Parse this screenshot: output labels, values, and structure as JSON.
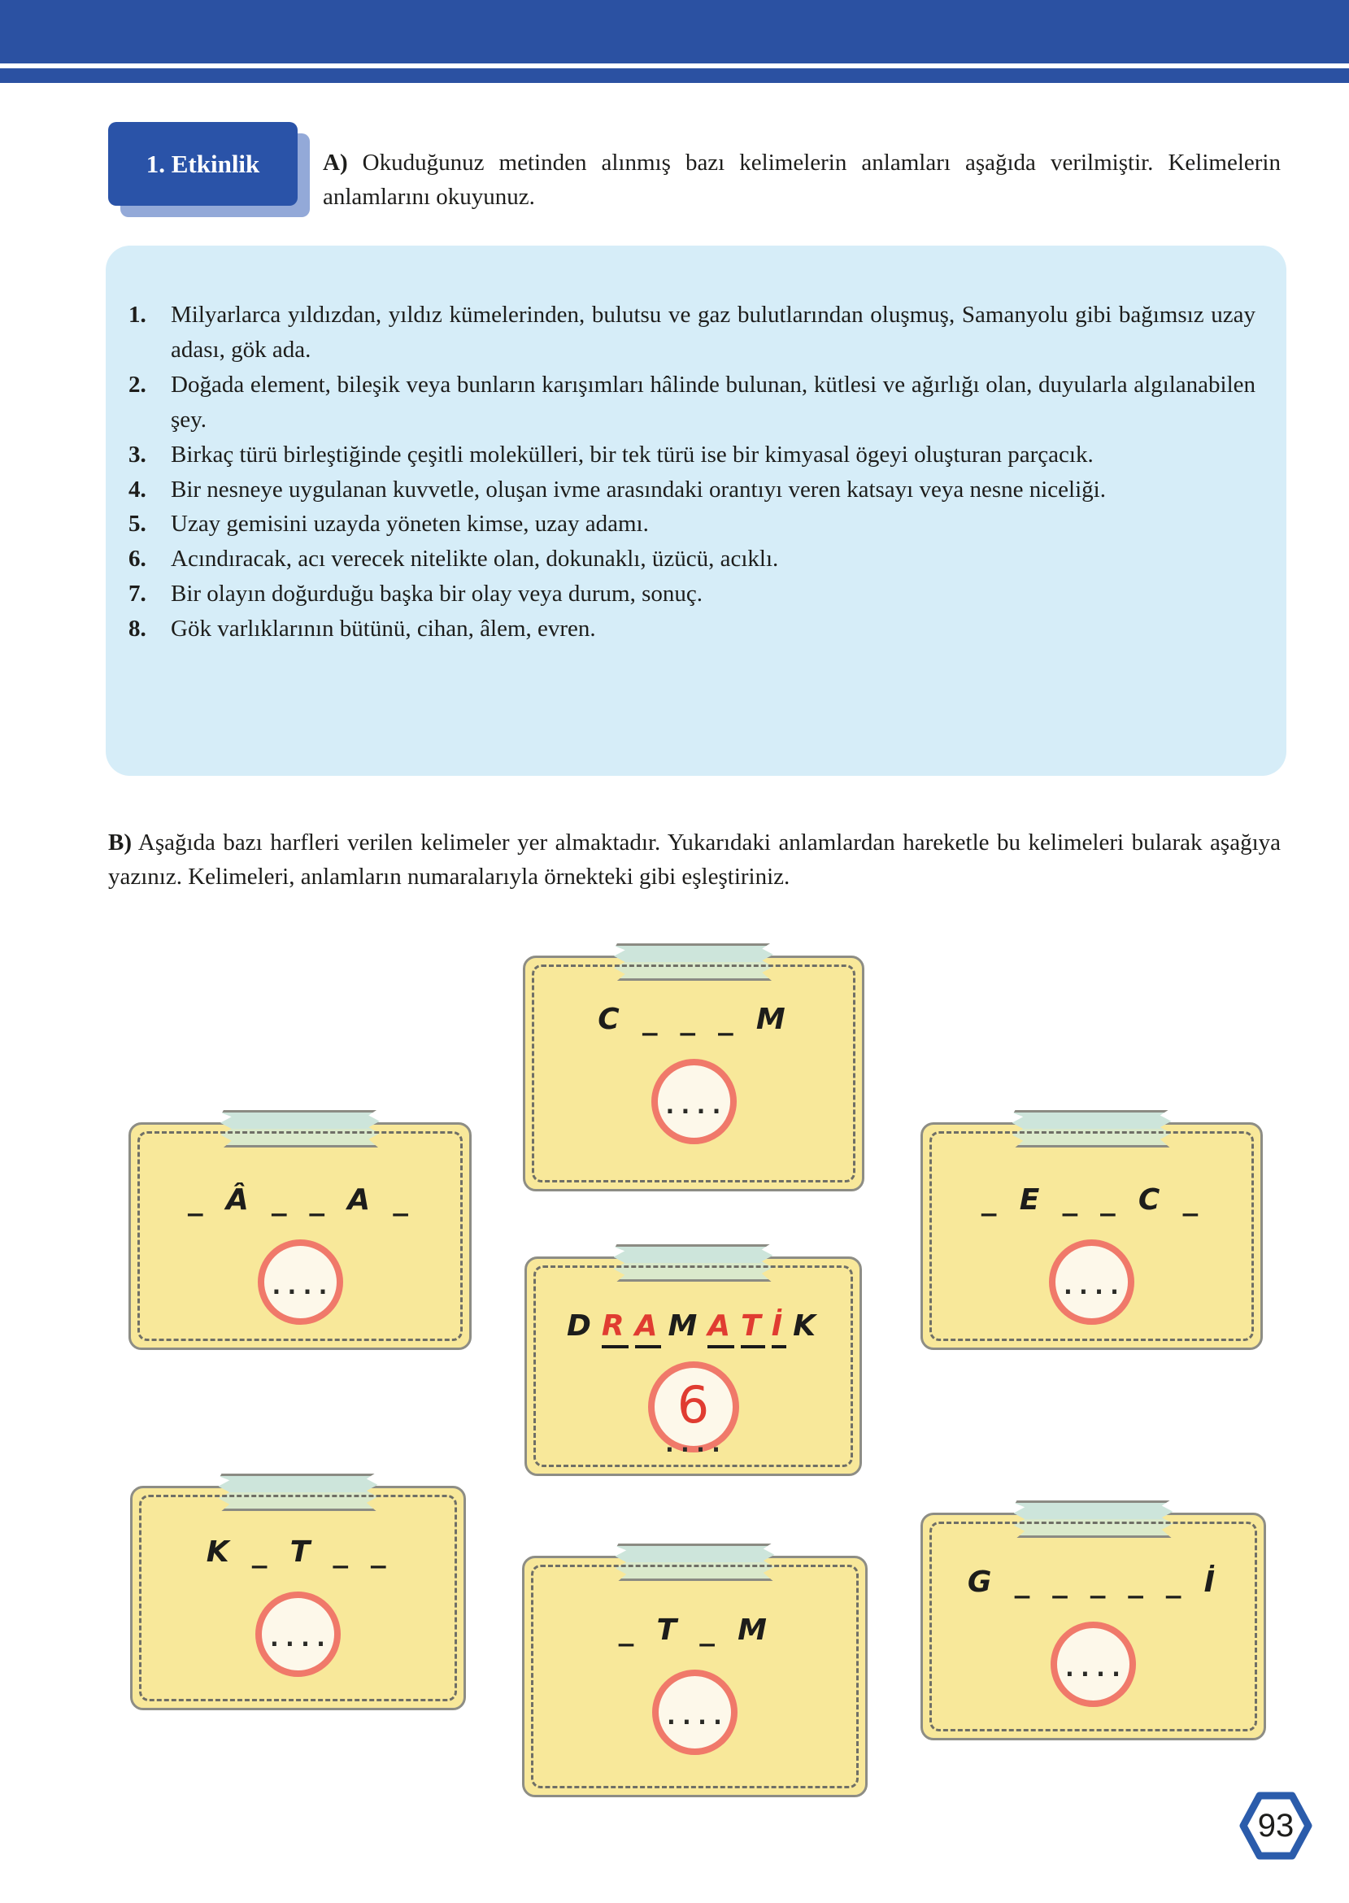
{
  "activity": {
    "label": "1. Etkinlik"
  },
  "section_a": {
    "prefix": "A)",
    "text": " Okuduğunuz metinden alınmış bazı kelimelerin anlamları aşağıda verilmiştir. Kelimelerin anlamlarını okuyunuz."
  },
  "definitions": [
    {
      "num": "1.",
      "text": "Milyarlarca yıldızdan, yıldız kümelerinden, bulutsu ve gaz bulutlarından oluşmuş, Samanyolu gibi bağımsız uzay adası, gök ada."
    },
    {
      "num": "2.",
      "text": "Doğada element, bileşik veya bunların karışımları hâlinde bulunan, kütlesi ve ağırlığı olan, duyularla algılanabilen şey."
    },
    {
      "num": "3.",
      "text": "Birkaç türü birleştiğinde çeşitli molekülleri, bir tek türü ise bir kimyasal ögeyi oluşturan parçacık."
    },
    {
      "num": "4.",
      "text": "Bir nesneye uygulanan kuvvetle, oluşan ivme arasındaki orantıyı veren katsayı veya nesne niceliği."
    },
    {
      "num": "5.",
      "text": "Uzay gemisini uzayda yöneten kimse, uzay adamı."
    },
    {
      "num": "6.",
      "text": "Acındıracak, acı verecek nitelikte olan, dokunaklı, üzücü, acıklı."
    },
    {
      "num": "7.",
      "text": "Bir olayın doğurduğu başka bir olay veya durum, sonuç."
    },
    {
      "num": "8.",
      "text": "Gök varlıklarının bütünü, cihan, âlem, evren."
    }
  ],
  "section_b": {
    "prefix": "B)",
    "text": " Aşağıda bazı harfleri verilen kelimeler yer almaktadır. Yukarıdaki anlamlardan hareketle bu kelimeleri bularak aşağıya yazınız. Kelimeleri, anlamların numaralarıyla örnekteki gibi eşleştiriniz."
  },
  "cards": [
    {
      "id": "cisim",
      "word": "C _ _ _ M",
      "dots": "...."
    },
    {
      "id": "kainat",
      "word": "_ Â _ _ A _",
      "dots": "...."
    },
    {
      "id": "netice",
      "word": "_ E _ _ C _",
      "dots": "...."
    },
    {
      "id": "dramatik",
      "letters": [
        {
          "ch": "D"
        },
        {
          "ch": "R",
          "red": true,
          "u": true
        },
        {
          "ch": "A",
          "red": true,
          "u": true
        },
        {
          "ch": "M"
        },
        {
          "ch": "A",
          "red": true,
          "u": true
        },
        {
          "ch": "T",
          "red": true,
          "u": true
        },
        {
          "ch": "İ",
          "red": true,
          "u": true
        },
        {
          "ch": "K"
        }
      ],
      "answer_number": "6",
      "dots": "...."
    },
    {
      "id": "kutle",
      "word": "K _ T _ _",
      "dots": "...."
    },
    {
      "id": "atom",
      "word": "_ T _ M",
      "dots": "...."
    },
    {
      "id": "galaksi",
      "word": "G _ _ _ _ _ İ",
      "dots": "...."
    }
  ],
  "page_number": "93",
  "colors": {
    "header_blue": "#2b51a2",
    "badge_blue": "#2a53a8",
    "badge_shadow": "#93a9d8",
    "definitions_box": "#d6edf8",
    "card_yellow": "#f8e89a",
    "tape_teal": "#cde5db",
    "tape_green": "#dae9cb",
    "circle_coral": "#f0796a",
    "answer_red": "#e03c31",
    "page_badge_border": "#2b5cab"
  }
}
